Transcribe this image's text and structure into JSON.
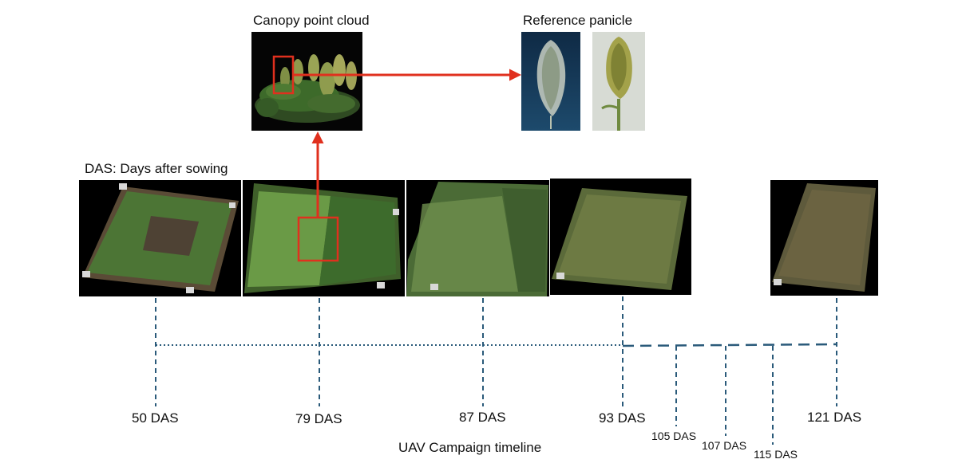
{
  "titles": {
    "canopy": "Canopy point cloud",
    "reference": "Reference panicle",
    "das_def": "DAS: Days after sowing",
    "timeline": "UAV Campaign timeline"
  },
  "timeline": {
    "main_labels": [
      "50 DAS",
      "79 DAS",
      "87 DAS",
      "93 DAS",
      "121 DAS"
    ],
    "minor_labels": [
      "105 DAS",
      "107 DAS",
      "115 DAS"
    ]
  },
  "colors": {
    "arrow": "#e0301e",
    "timeline": "#2a5a7a",
    "photo_bg": "#000000"
  }
}
